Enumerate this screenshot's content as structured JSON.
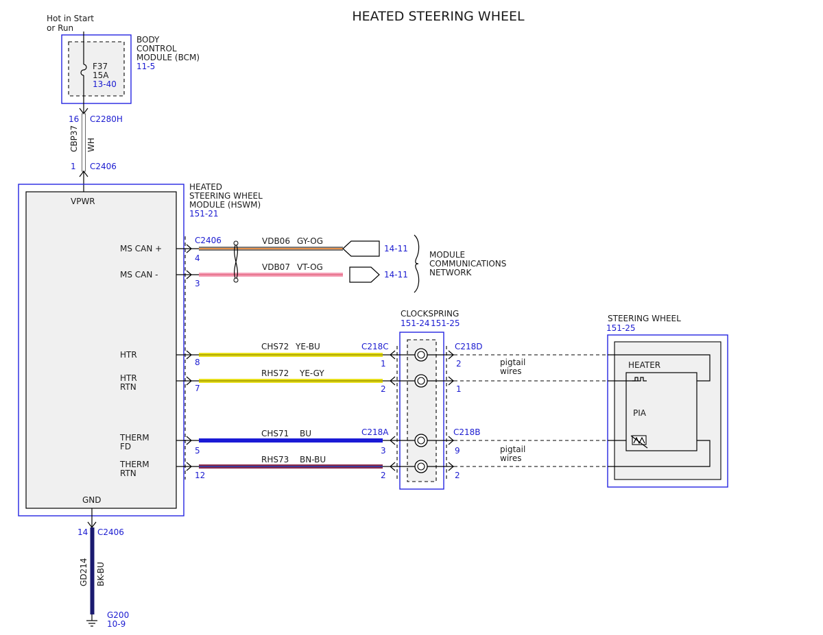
{
  "title": "HEATED STEERING WHEEL",
  "power": {
    "label_line1": "Hot in Start",
    "label_line2": "or Run"
  },
  "bcm": {
    "name_lines": [
      "BODY",
      "CONTROL",
      "MODULE (BCM)"
    ],
    "ref": "11-5",
    "fuse": {
      "id": "F37",
      "rating": "15A",
      "ref": "13-40"
    }
  },
  "feed_wire": {
    "top_pin": "16",
    "top_connector": "C2280H",
    "circuit": "CBP37",
    "color": "WH",
    "bottom_pin": "1",
    "bottom_connector": "C2406"
  },
  "hswm": {
    "name_lines": [
      "HEATED",
      "STEERING WHEEL",
      "MODULE (HSWM)"
    ],
    "ref": "151-21",
    "vpwr": "VPWR",
    "gnd": "GND",
    "pins": [
      {
        "label_lines": [
          "MS CAN +"
        ],
        "pin": "4"
      },
      {
        "label_lines": [
          "MS CAN -"
        ],
        "pin": "3"
      },
      {
        "label_lines": [
          "HTR"
        ],
        "pin": "8"
      },
      {
        "label_lines": [
          "HTR",
          "RTN"
        ],
        "pin": "7"
      },
      {
        "label_lines": [
          "THERM",
          "FD"
        ],
        "pin": "5"
      },
      {
        "label_lines": [
          "THERM",
          "RTN"
        ],
        "pin": "12"
      }
    ],
    "connector": "C2406"
  },
  "can_wires": [
    {
      "circuit": "VDB06",
      "color": "GY-OG",
      "ref": "14-11",
      "hex": "#7a7a7a",
      "hex2": "#e8924a"
    },
    {
      "circuit": "VDB07",
      "color": "VT-OG",
      "ref": "14-11",
      "hex": "#f5a0b8",
      "hex2": "#e87890"
    }
  ],
  "network": {
    "label_lines": [
      "MODULE",
      "COMMUNICATIONS",
      "NETWORK"
    ]
  },
  "heater_wires": [
    {
      "circuit": "CHS72",
      "color": "YE-BU",
      "hex": "#e8e020",
      "hex2": "#b0a800",
      "cs_pin": "1",
      "sw_pin": "2"
    },
    {
      "circuit": "RHS72",
      "color": "YE-GY",
      "hex": "#e8e020",
      "hex2": "#b0a800",
      "cs_pin": "2",
      "sw_pin": "1"
    },
    {
      "circuit": "CHS71",
      "color": "BU",
      "hex": "#1a1ad6",
      "hex2": "#1a1ad6",
      "cs_pin": "3",
      "sw_pin": "9"
    },
    {
      "circuit": "RHS73",
      "color": "BN-BU",
      "hex": "#8a2a4a",
      "hex2": "#3a3a9a",
      "cs_pin": "2",
      "sw_pin": "2"
    }
  ],
  "clockspring": {
    "name": "CLOCKSPRING",
    "refs": [
      "151-24",
      "151-25"
    ],
    "conn_left_a": "C218C",
    "conn_right_a": "C218D",
    "conn_left_b": "C218A",
    "conn_right_b": "C218B"
  },
  "pigtail": {
    "line1": "pigtail",
    "line2": "wires"
  },
  "steering_wheel": {
    "name": "STEERING WHEEL",
    "ref": "151-25",
    "heater": "HEATER",
    "pia": "PIA"
  },
  "ground_wire": {
    "pin": "14",
    "connector": "C2406",
    "circuit": "GD214",
    "color": "BK-BU",
    "ground": "G200",
    "ground_ref": "10-9",
    "hex": "#1a1a70"
  }
}
